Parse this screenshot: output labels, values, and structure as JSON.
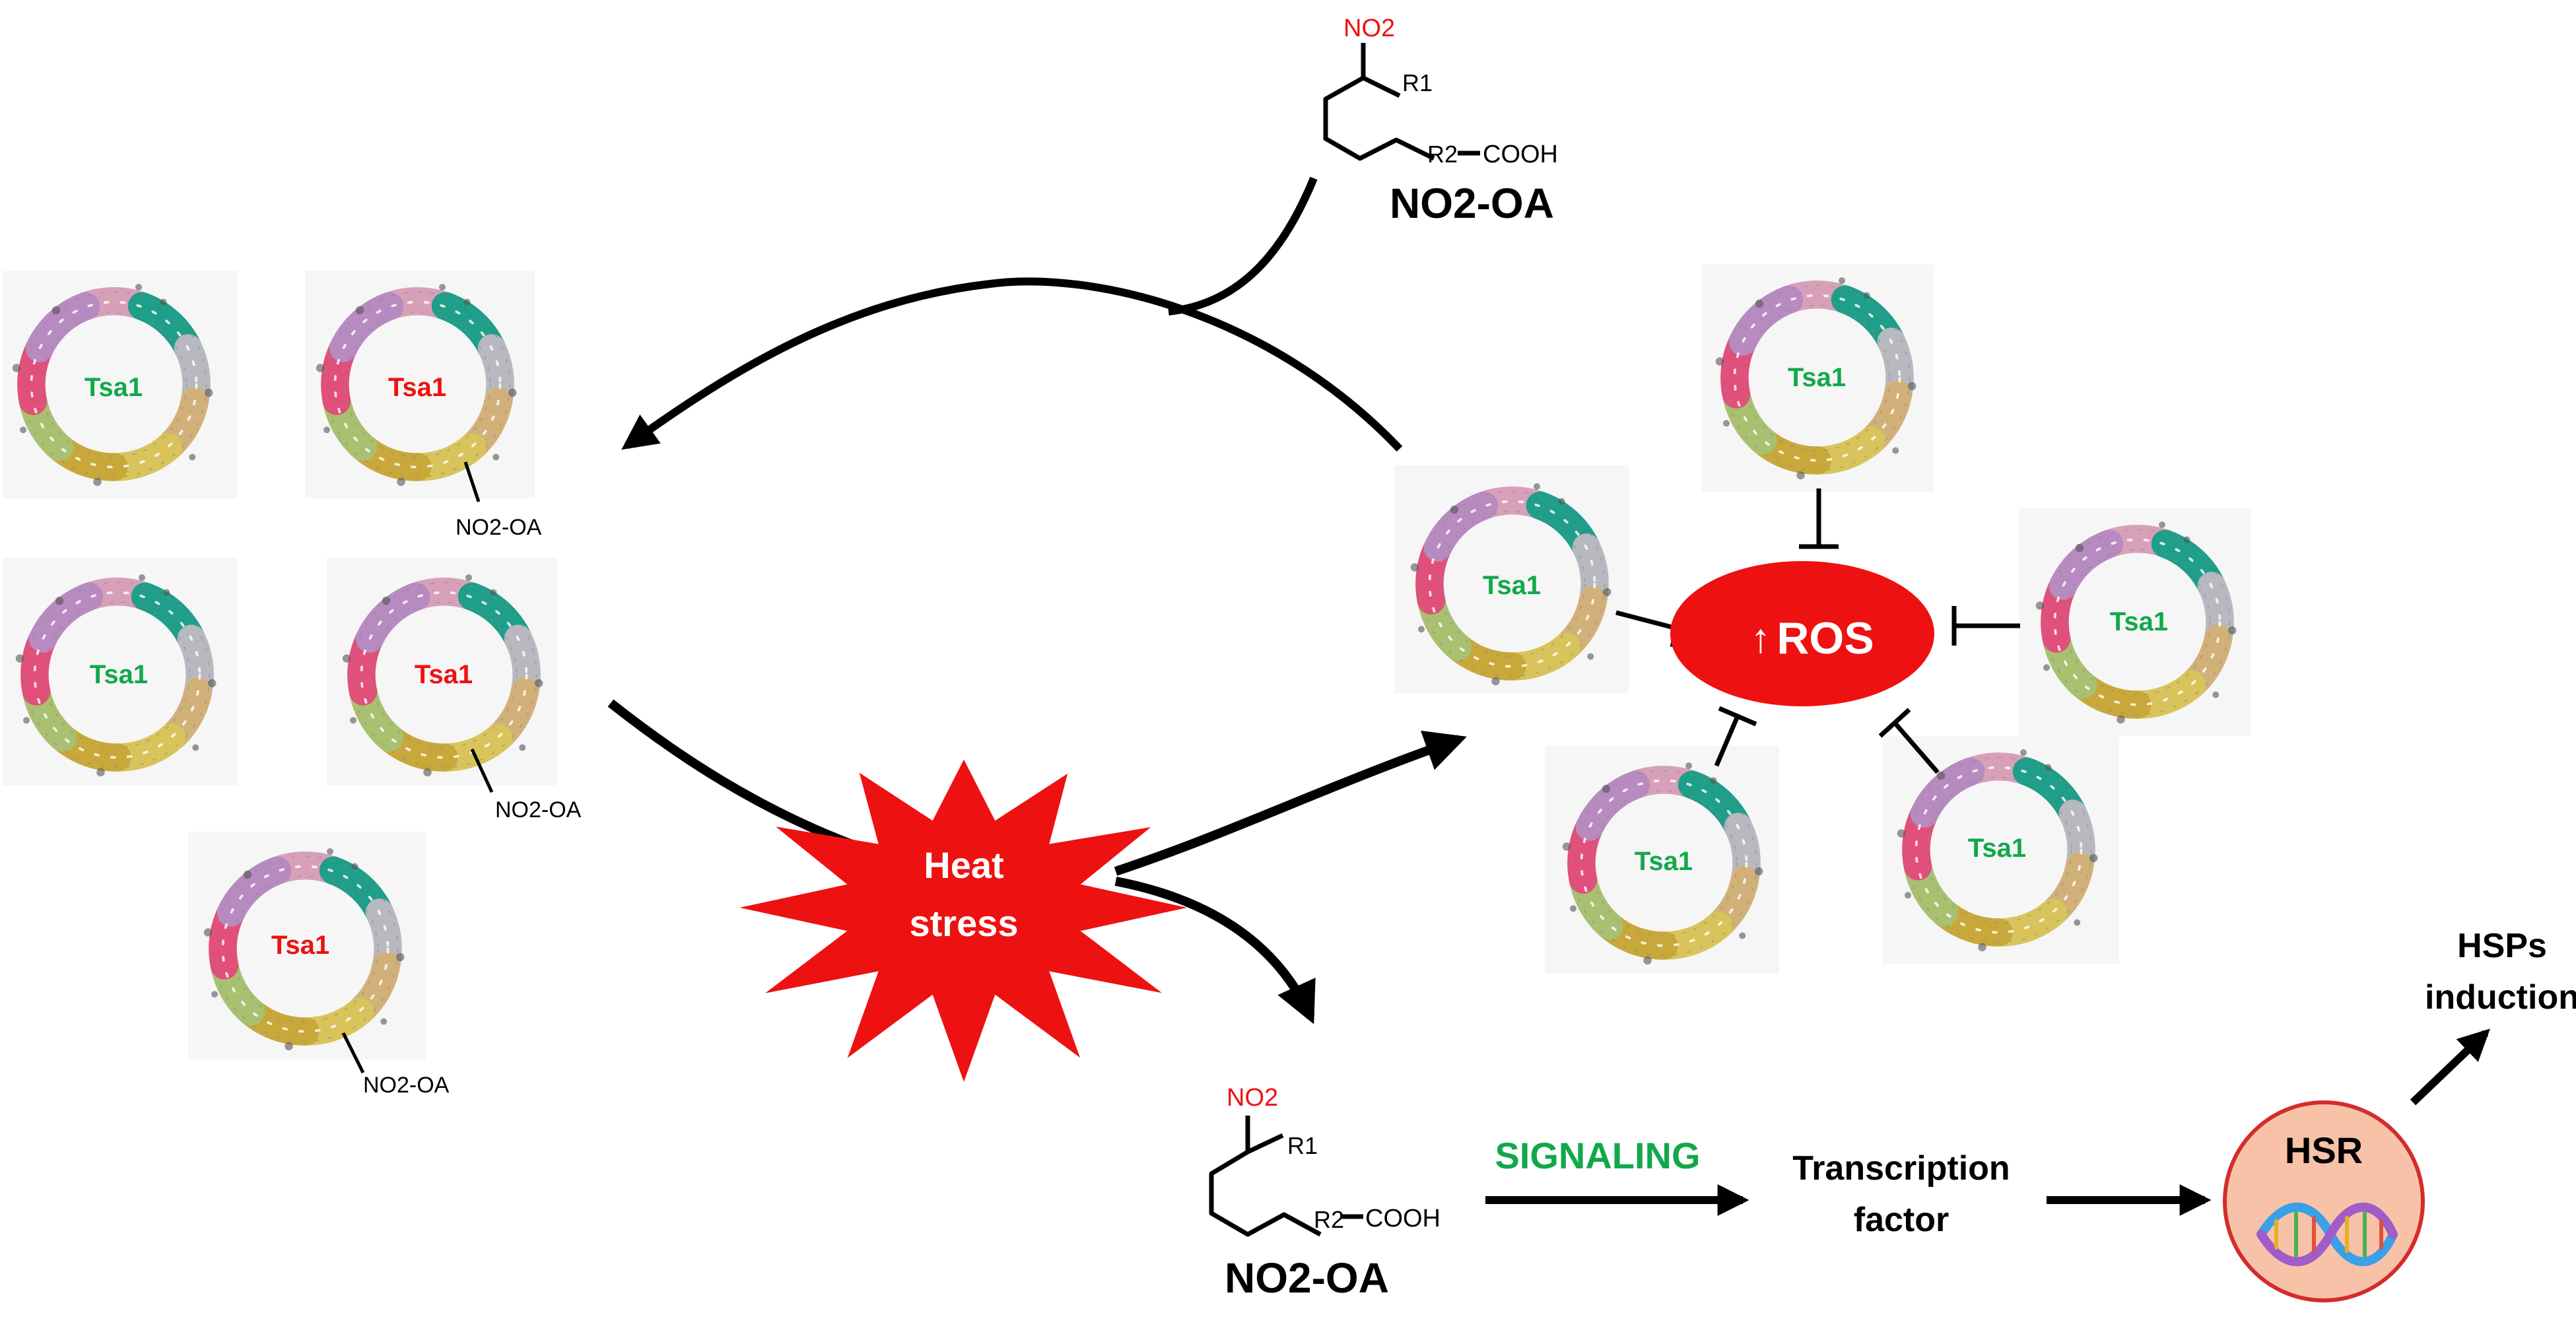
{
  "protein": {
    "name": "Tsa1",
    "adduct_label": "NO2-OA"
  },
  "molecule": {
    "name": "NO2-OA",
    "nitro_group": "NO2",
    "r1": "R1",
    "r2": "R2",
    "acid": "COOH"
  },
  "left_group": [
    {
      "id": "left-1",
      "modified": false
    },
    {
      "id": "left-2",
      "modified": true
    },
    {
      "id": "left-3",
      "modified": false
    },
    {
      "id": "left-4",
      "modified": true
    },
    {
      "id": "left-5",
      "modified": true
    }
  ],
  "ros_group": {
    "label": "ROS",
    "up_arrow": "↑",
    "count": 5
  },
  "heat_stress": {
    "line1": "Heat",
    "line2": "stress"
  },
  "pathway": {
    "signaling": "SIGNALING",
    "tf_line1": "Transcription",
    "tf_line2": "factor",
    "hsr": "HSR",
    "hsp_line1": "HSPs",
    "hsp_line2": "induction"
  },
  "colors": {
    "red": "#ee1111",
    "green": "#12a84a",
    "black": "#000000",
    "hsr_fill": "#f8c2a8",
    "hsr_stroke": "#d42c2c",
    "card": "#f6f6f6"
  }
}
